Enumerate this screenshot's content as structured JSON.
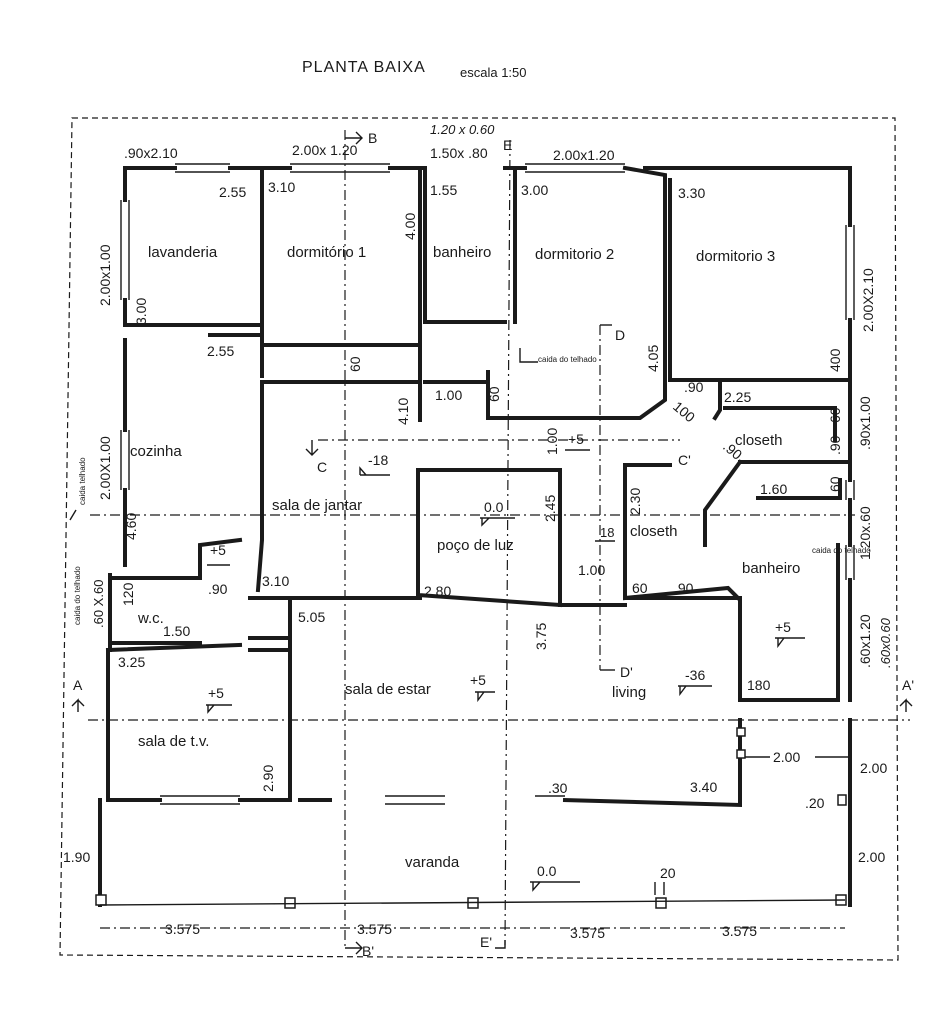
{
  "title": {
    "main": "PLANTA BAIXA",
    "scale": "escala 1:50"
  },
  "rooms": {
    "lavanderia": "lavanderia",
    "dormitorio1": "dormitório 1",
    "banheiro1": "banheiro",
    "dormitorio2": "dormitorio 2",
    "dormitorio3": "dormitorio 3",
    "cozinha": "cozinha",
    "sala_jantar": "sala de jantar",
    "poco_luz": "poço de luz",
    "closet1": "closeth",
    "closet2": "closeth",
    "banheiro2": "banheiro",
    "wc": "w.c.",
    "sala_tv": "sala de t.v.",
    "sala_estar": "sala de estar",
    "living": "living",
    "varanda": "varanda"
  },
  "levels": {
    "jantar": "-18",
    "poco": "0.0",
    "hall": "+5",
    "wc_top": "+5",
    "tv": "+5",
    "estar": "+5",
    "living": "-36",
    "banheiro2": "+5",
    "ramp": "18",
    "varanda": "0.0"
  },
  "openings": {
    "lav_window": ".90x2.10",
    "d1_window": "2.00x 1.20",
    "ban_window": "1.50x .80",
    "ban_note": "1.20 x 0.60",
    "d2_window": "2.00x1.20",
    "left_window": "2.00x1.00",
    "coz_window": "2.00X1.00",
    "wc_window": ".60 X.60",
    "right_window": "2.00X2.10",
    "closet_window": ".90x1.00",
    "ban2_window": "1.20x.60",
    "ban2_window2": ".60x1.20",
    "right_note": ".60x0.60"
  },
  "dims": {
    "d_255a": "2.55",
    "d_310a": "3.10",
    "d_400a": "4.00",
    "d_155": "1.55",
    "d_300a": "3.00",
    "d_330": "3.30",
    "d_300b": "3.00",
    "d_255b": "2.55",
    "d_60a": "60",
    "d_410": "4.10",
    "d_100a": "1.00",
    "d_60b": "60",
    "d_405": "4.05",
    "d_90a": ".90",
    "d_100b": "100",
    "d_225": "2.25",
    "d_400b": "400",
    "d_60c": "60",
    "d_90b": ".90",
    "d_90c": ".90",
    "d_160": "1.60",
    "d_60d": "60",
    "d_100c": "1.00",
    "d_245": "2.45",
    "d_230": "2.30",
    "d_100d": "1.00",
    "d_460": "4.60",
    "d_120a": "120",
    "d_90d": ".90",
    "d_310b": "3.10",
    "d_280": "2.80",
    "d_150": "1.50",
    "d_505": "5.05",
    "d_375": "3.75",
    "d_60e": "60",
    "d_90e": ".90",
    "d_325": "3.25",
    "d_180": "180",
    "d_290": "2.90",
    "d_30": ".30",
    "d_340": "3.40",
    "d_200a": "2.00",
    "d_200b": "2.00",
    "d_20a": ".20",
    "d_190": "1.90",
    "d_200c": "2.00",
    "d_20b": "20",
    "d_3575a": "3.575",
    "d_3575b": "3.575",
    "d_3575c": "3.575",
    "d_3575d": "3.575"
  },
  "notes": {
    "caida_telhado": "caida telhado",
    "caida_telhado2": "caida do telhado",
    "caida_telhado3": "caida do telhado",
    "caida_telhado4": "caida do telhado"
  },
  "sections": {
    "A": "A",
    "A2": "A'",
    "B": "B",
    "B2": "B'",
    "C": "C",
    "C2": "C'",
    "D": "D",
    "D2": "D'",
    "E": "E",
    "E2": "E'"
  }
}
